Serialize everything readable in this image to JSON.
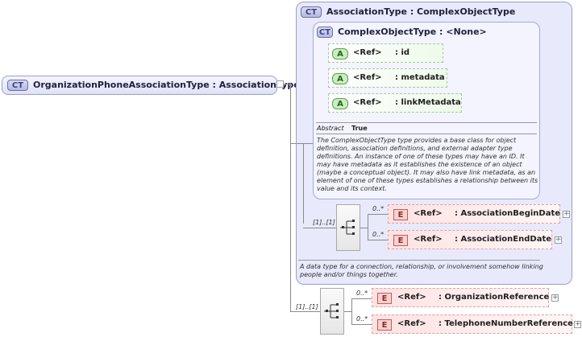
{
  "root": {
    "badge": "CT",
    "title": "OrganizationPhoneAssociationType : AssociationType"
  },
  "association_type": {
    "badge": "CT",
    "title": "AssociationType : ComplexObjectType",
    "description": "A data type for a connection, relationship, or involvement somehow linking people and/or things together."
  },
  "complex_object_type": {
    "badge": "CT",
    "title": "ComplexObjectType : <None>",
    "attributes": [
      {
        "badge": "A",
        "ref": "<Ref>",
        "name": ": id"
      },
      {
        "badge": "A",
        "ref": "<Ref>",
        "name": ": metadata"
      },
      {
        "badge": "A",
        "ref": "<Ref>",
        "name": ": linkMetadata"
      }
    ],
    "abstract_label": "Abstract",
    "abstract_value": "True",
    "description": "The ComplexObjectType type provides a base class for object definition, association definitions, and external adapter type definitions. An instance of one of these types may have an ID. It may have metadata as it establishes the existence of an object (maybe a conceptual object). It may also have link metadata, as an element of one of these types establishes a relationship between its value and its context."
  },
  "assoc_sequence": {
    "cardinality": "[1]..[1]",
    "elements": [
      {
        "badge": "E",
        "occurs": "0..*",
        "ref": "<Ref>",
        "name": ": AssociationBeginDate"
      },
      {
        "badge": "E",
        "occurs": "0..*",
        "ref": "<Ref>",
        "name": ": AssociationEndDate"
      }
    ]
  },
  "root_sequence": {
    "cardinality": "[1]..[1]",
    "elements": [
      {
        "badge": "E",
        "occurs": "0..*",
        "ref": "<Ref>",
        "name": ": OrganizationReference"
      },
      {
        "badge": "E",
        "occurs": "0..*",
        "ref": "<Ref>",
        "name": ": TelephoneNumberReference"
      }
    ]
  },
  "expand_symbol": "+",
  "colors": {
    "complex_type_fill": "#e8e9fb",
    "attribute_fill": "#eefaea",
    "element_fill": "#ffe2e2"
  }
}
